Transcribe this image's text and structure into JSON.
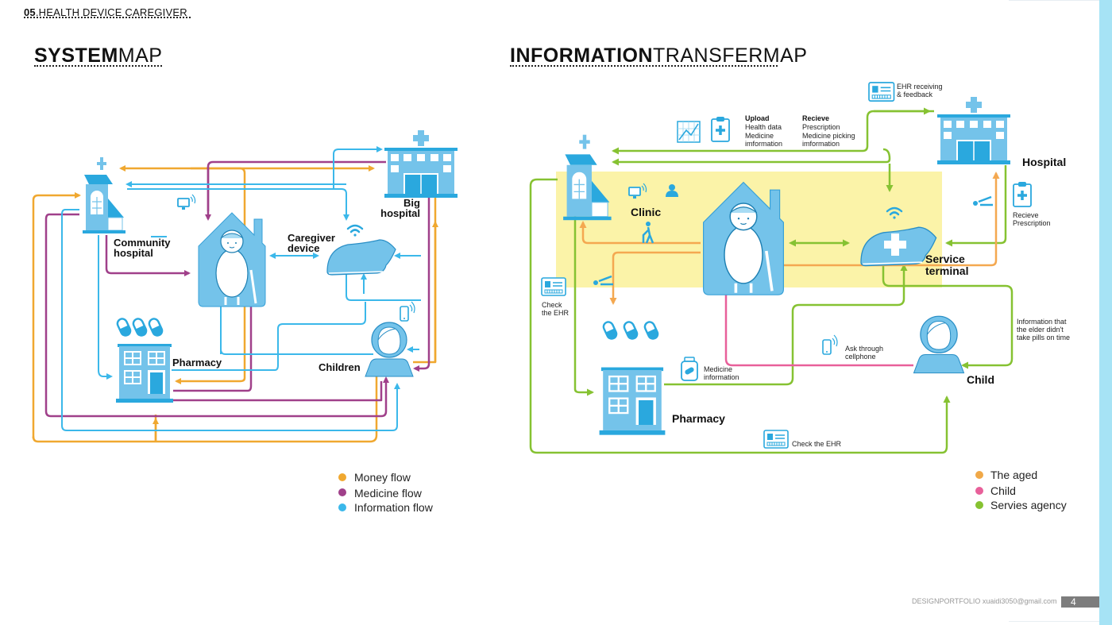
{
  "header": {
    "number": "05",
    "title": ".HEALTH DEVICE CAREGIVER"
  },
  "system_map": {
    "title_bold": "SYSTEM",
    "title_light": "MAP",
    "nodes": {
      "community_hospital": [
        "Community",
        "hospital"
      ],
      "big_hospital": [
        "Big",
        "hospital"
      ],
      "caregiver_device": [
        "Caregiver",
        "device"
      ],
      "pharmacy": "Pharmacy",
      "children": "Children"
    },
    "legend": [
      {
        "label": "Money flow",
        "color": "#f0a830"
      },
      {
        "label": "Medicine flow",
        "color": "#a0408a"
      },
      {
        "label": "Information flow",
        "color": "#3bb8ea"
      }
    ]
  },
  "info_map": {
    "title_bold": "INFORMATION",
    "title_light": "TRANSFERMAP",
    "nodes": {
      "clinic": "Clinic",
      "hospital": "Hospital",
      "service_terminal": [
        "Service",
        "terminal"
      ],
      "pharmacy": "Pharmacy",
      "child": "Child"
    },
    "annotations": {
      "ehr_receiving": [
        "EHR receiving",
        "& feedback"
      ],
      "upload_head": "Upload",
      "upload_items": [
        "Health data",
        "Medicine",
        "imformation"
      ],
      "receive_head": "Recieve",
      "receive_items": [
        "Prescription",
        "Medicine picking",
        "imformation"
      ],
      "receive_prescription": [
        "Recieve",
        "Prescription"
      ],
      "check_ehr_left": [
        "Check",
        "the EHR"
      ],
      "medicine_info": [
        "Medicine",
        "information"
      ],
      "ask_cellphone": [
        "Ask through",
        "cellphone"
      ],
      "pills_info": [
        "Information that",
        "the elder didn't",
        "take pills on time"
      ],
      "check_ehr_bottom": "Check the EHR"
    },
    "legend": [
      {
        "label": "The aged",
        "color": "#f0a848"
      },
      {
        "label": "Child",
        "color": "#e8609a"
      },
      {
        "label": "Servies agency",
        "color": "#86c232"
      }
    ]
  },
  "colors": {
    "money": "#f0a830",
    "medicine": "#a0408a",
    "info": "#3bb8ea",
    "aged": "#f4a850",
    "child": "#e8609a",
    "agency": "#86c232",
    "icon_blue": "#74c3ea",
    "icon_dark": "#2aa8de",
    "highlight": "#fbf3a8"
  },
  "footer": {
    "text": "DESIGNPORTFOLIO  xuaidi3050@gmail.com",
    "page": "4"
  }
}
